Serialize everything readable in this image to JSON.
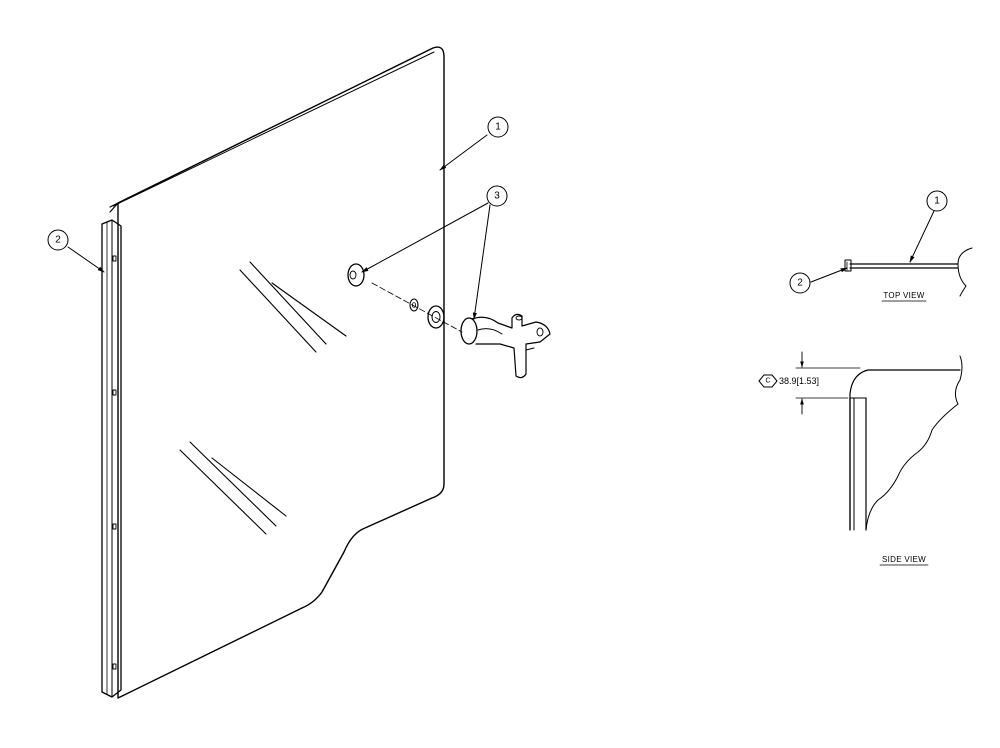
{
  "callouts": {
    "main_panel": "1",
    "main_edge": "2",
    "main_hardware": "3",
    "top_panel": "1",
    "top_edge": "2"
  },
  "views": {
    "top_view_label": "TOP VIEW",
    "side_view_label": "SIDE VIEW"
  },
  "dimension": {
    "symbol": "C",
    "value": "38.9[1.53]"
  }
}
